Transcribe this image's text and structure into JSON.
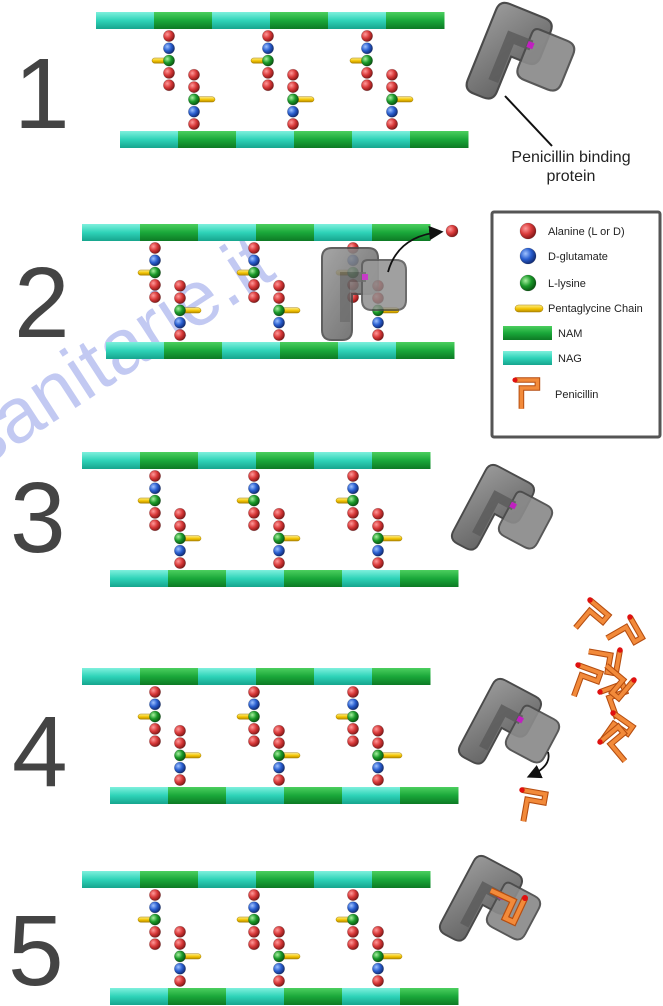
{
  "steps": [
    {
      "number": "1"
    },
    {
      "number": "2"
    },
    {
      "number": "3"
    },
    {
      "number": "4"
    },
    {
      "number": "5"
    }
  ],
  "pbp_label": {
    "line1": "Penicillin binding",
    "line2": "protein"
  },
  "legend": {
    "items": [
      {
        "label": "Alanine (L or D)",
        "icon": "red-sphere"
      },
      {
        "label": "D-glutamate",
        "icon": "blue-sphere"
      },
      {
        "label": "L-lysine",
        "icon": "green-sphere"
      },
      {
        "label": "Pentaglycine Chain",
        "icon": "yellow-bar"
      },
      {
        "label": "NAM",
        "icon": "green-bar"
      },
      {
        "label": "NAG",
        "icon": "teal-bar"
      },
      {
        "label": "Penicillin",
        "icon": "orange-hook"
      }
    ]
  },
  "watermark": "sanitarie.it",
  "colors": {
    "nag": "#2ed3b8",
    "nam": "#1aa83a",
    "alanine": "#d93a3a",
    "d_glutamate": "#2a5fd0",
    "l_lysine": "#1b9a2a",
    "pentaglycine": "#f2c200",
    "penicillin": "#f07a2a",
    "protein": "#707070",
    "active_site": "#c020c0"
  }
}
